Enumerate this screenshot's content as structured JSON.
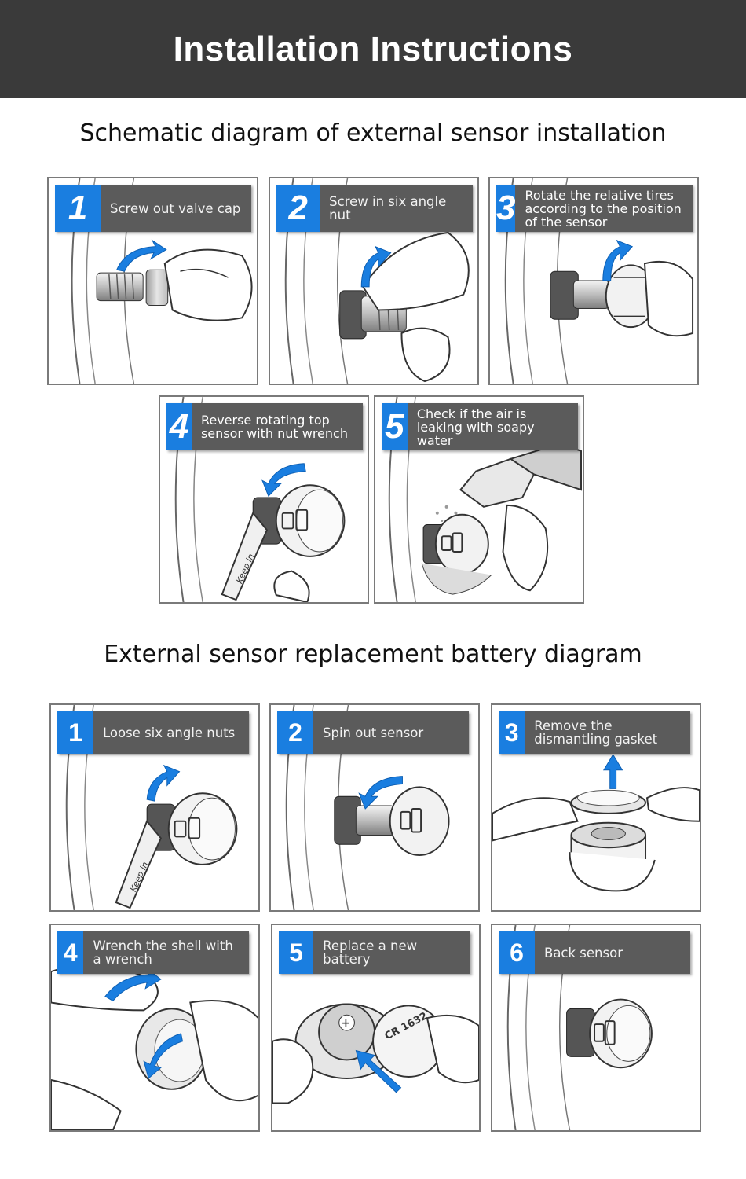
{
  "header": {
    "title": "Installation Instructions"
  },
  "installation": {
    "title": "Schematic diagram of external sensor installation",
    "steps": [
      {
        "number": "1",
        "text": "Screw out valve cap"
      },
      {
        "number": "2",
        "text": "Screw in six angle nut"
      },
      {
        "number": "3",
        "text": "Rotate the relative tires according to the position of the sensor"
      },
      {
        "number": "4",
        "text": "Reverse rotating top sensor with nut wrench"
      },
      {
        "number": "5",
        "text": "Check if the air is leaking with soapy water"
      }
    ]
  },
  "battery": {
    "title": "External sensor replacement battery diagram",
    "steps": [
      {
        "number": "1",
        "text": "Loose six angle nuts"
      },
      {
        "number": "2",
        "text": "Spin out sensor"
      },
      {
        "number": "3",
        "text": "Remove the dismantling gasket"
      },
      {
        "number": "4",
        "text": "Wrench the shell with a wrench"
      },
      {
        "number": "5",
        "text": "Replace a new battery"
      },
      {
        "number": "6",
        "text": "Back sensor"
      }
    ]
  },
  "art_text": {
    "wrench_marking": "Keep in",
    "battery_model": "CR 1632"
  },
  "colors": {
    "banner": "#3a3a3a",
    "step_number_bg": "#1a7ee0",
    "label_bg": "#5b5b5b",
    "arrow": "#1a7ee0"
  }
}
